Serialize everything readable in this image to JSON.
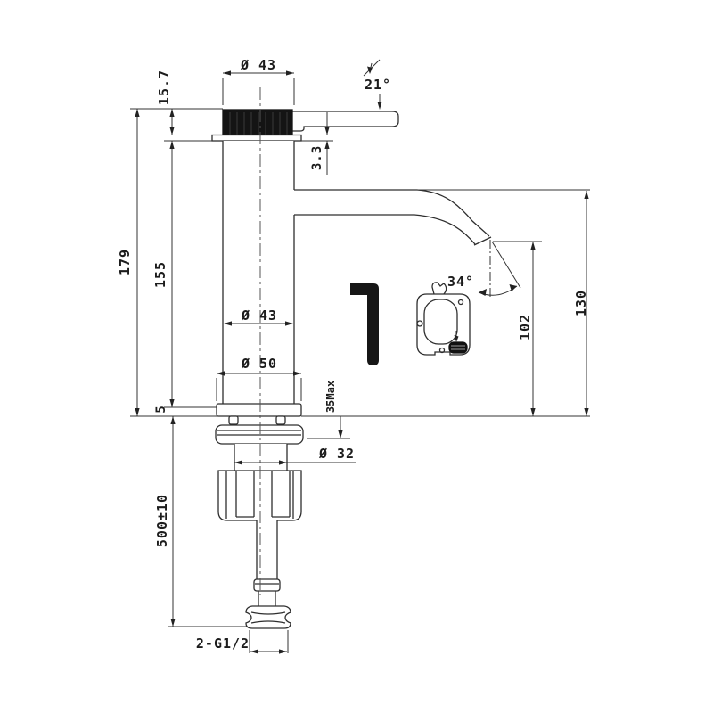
{
  "drawing": {
    "dims": {
      "handle_diameter": "Ø 43",
      "handle_angle": "21°",
      "handle_height": "15.7",
      "collar_thickness": "3.3",
      "total_height": "179",
      "upper_height": "155",
      "base_height": "5",
      "hose_length": "500±10",
      "body_diameter": "Ø 43",
      "base_diameter": "Ø 50",
      "deck_max_thickness": "35Max",
      "shank_diameter": "Ø 32",
      "spout_angle": "34°",
      "spout_outlet_height": "102",
      "overall_height": "130",
      "inlet_thread": "2-G1/2"
    }
  }
}
